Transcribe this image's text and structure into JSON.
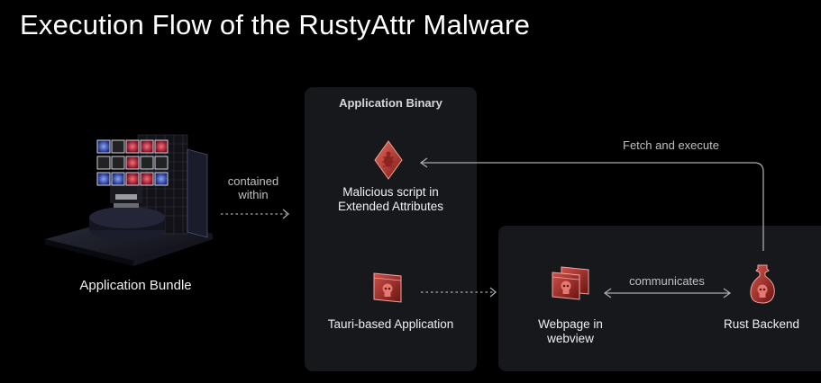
{
  "title": "Execution Flow of the RustyAttr Malware",
  "nodes": {
    "bundle": {
      "label": "Application Bundle",
      "icon": "server-cube-icon"
    },
    "binary_panel": {
      "title": "Application Binary"
    },
    "malicious_script": {
      "label_line1": "Malicious script in",
      "label_line2": "Extended Attributes",
      "icon": "bug-diamond-icon"
    },
    "tauri_app": {
      "label": "Tauri-based Application",
      "icon": "skull-window-icon"
    },
    "webpage": {
      "label_line1": "Webpage in",
      "label_line2": "webview",
      "icon": "skull-windows-icon"
    },
    "rust_backend": {
      "label": "Rust Backend",
      "icon": "skull-flask-icon"
    }
  },
  "edges": {
    "contained_within": {
      "line1": "contained",
      "line2": "within",
      "style": "dotted"
    },
    "tauri_to_webpage": {
      "style": "dotted"
    },
    "communicates": {
      "label": "communicates",
      "style": "solid-bidirectional"
    },
    "fetch_execute": {
      "label": "Fetch and execute",
      "style": "solid"
    }
  },
  "colors": {
    "background": "#000000",
    "panel": "#17181c",
    "wire": "#9a9ca3",
    "icon_red": "#c8403c"
  }
}
